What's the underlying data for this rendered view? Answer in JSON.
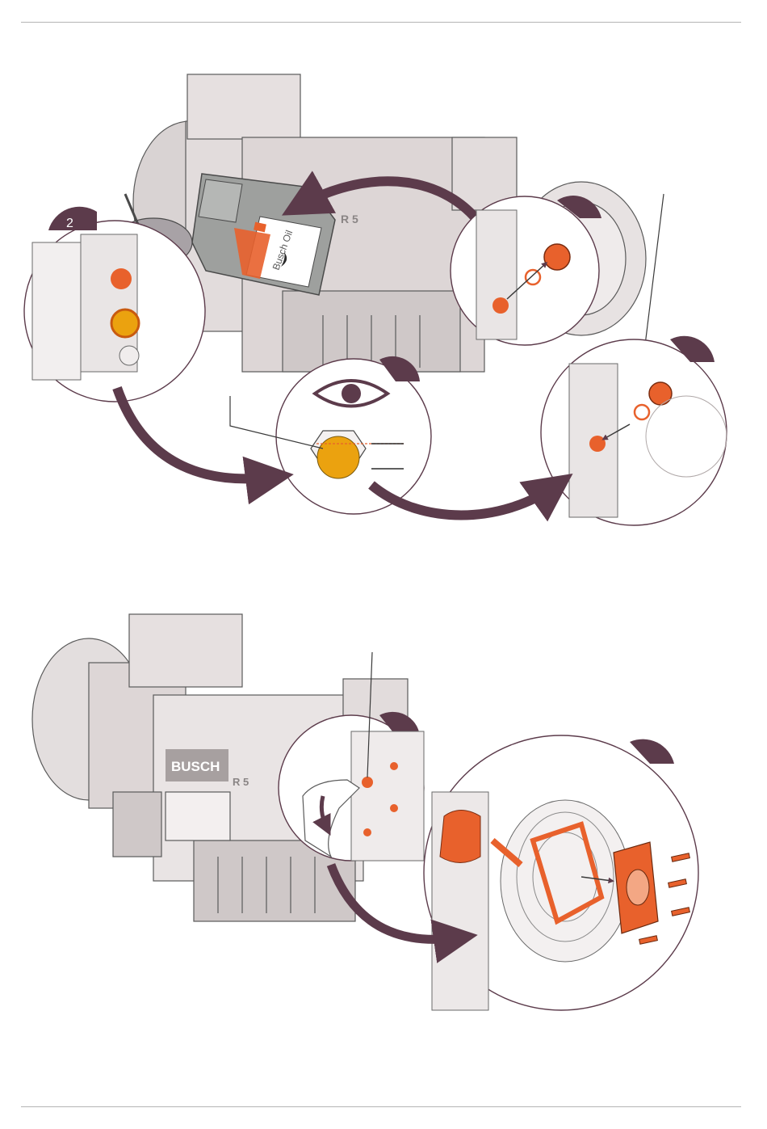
{
  "steps": {
    "fill_step_number": "2"
  },
  "labels": {
    "jug_brand": "Busch Oil",
    "model_top": "R 5",
    "brand_bottom": "BUSCH",
    "model_bottom": "R 5"
  },
  "colors": {
    "accent_orange": "#e8612c",
    "oil_amber": "#eba20f",
    "callout_plum": "#5c3b4b",
    "machine_grey": "#d8d2d2",
    "line": "#3a3a3a"
  },
  "icons": {
    "inspect": "eye-icon",
    "oil_jug": "oil-can-icon",
    "funnel": "funnel-icon"
  }
}
